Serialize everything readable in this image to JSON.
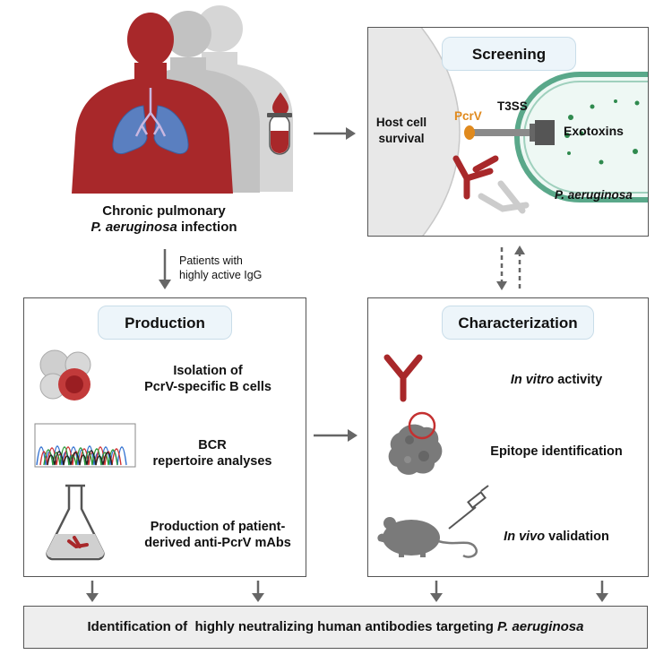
{
  "patient": {
    "title_line1": "Chronic pulmonary",
    "title_species": "P. aeruginosa",
    "title_rest": " infection",
    "arrow_label_line1": "Patients with",
    "arrow_label_line2": "highly active IgG"
  },
  "screening": {
    "title": "Screening",
    "host_cell_line1": "Host cell",
    "host_cell_line2": "survival",
    "pcrv": "PcrV",
    "t3ss": "T3SS",
    "exotoxins": "Exotoxins",
    "bacterium": "P. aeruginosa"
  },
  "production": {
    "title": "Production",
    "step1_line1": "Isolation of",
    "step1_line2": "PcrV-specific B cells",
    "step2_line1": "BCR",
    "step2_line2": "repertoire analyses",
    "step3_line1": "Production of patient-",
    "step3_line2": "derived anti-PcrV mAbs"
  },
  "characterization": {
    "title": "Characterization",
    "step1_ital": "In vitro",
    "step1_rest": " activity",
    "step2": "Epitope identification",
    "step3_ital": "In vivo",
    "step3_rest": " validation"
  },
  "footer": {
    "text_plain": "Identification of  highly neutralizing human antibodies targeting ",
    "text_species": "P. aeruginosa"
  },
  "colors": {
    "body_red": "#a8282a",
    "lung_blue": "#5a7fc0",
    "pcrv_orange": "#e08a1e",
    "bacterium_green": "#5aa88a",
    "arrow_gray": "#666666"
  }
}
